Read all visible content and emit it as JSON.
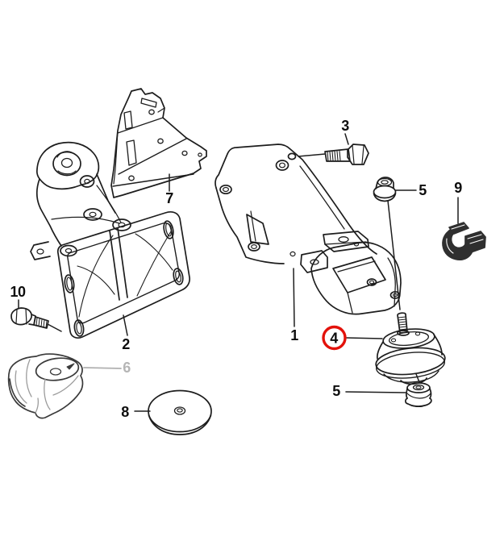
{
  "colors": {
    "line": "#1d1d1d",
    "muted": "#b5b5b5",
    "highlight": "#e3120b",
    "background": "#ffffff",
    "dark_fill": "#2f2f2f"
  },
  "callouts": [
    {
      "text": "1",
      "style": "plain"
    },
    {
      "text": "2",
      "style": "plain"
    },
    {
      "text": "3",
      "style": "plain"
    },
    {
      "text": "4",
      "style": "circled-red"
    },
    {
      "text": "5",
      "style": "plain"
    },
    {
      "text": "5",
      "style": "plain"
    },
    {
      "text": "6",
      "style": "muted"
    },
    {
      "text": "7",
      "style": "plain"
    },
    {
      "text": "8",
      "style": "plain"
    },
    {
      "text": "9",
      "style": "plain"
    },
    {
      "text": "10",
      "style": "plain"
    }
  ]
}
